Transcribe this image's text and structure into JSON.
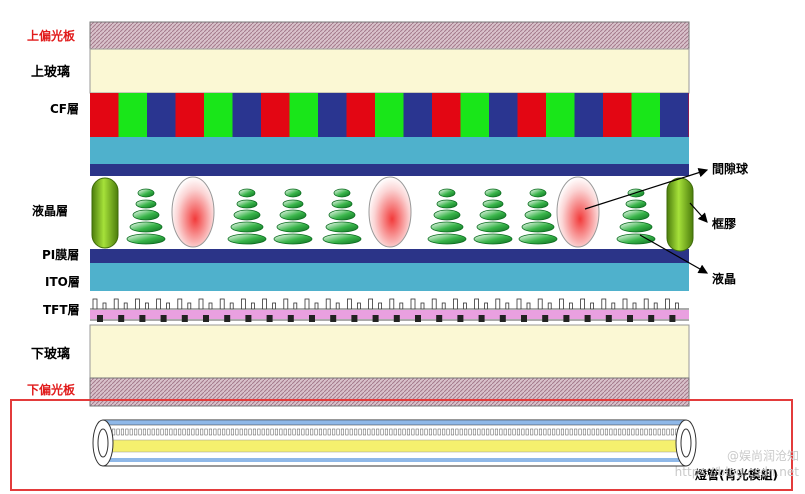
{
  "layers": {
    "top_polarizer": "上偏光板",
    "top_glass": "上玻璃",
    "cf": "CF層",
    "lc": "液晶層",
    "pi": "PI膜層",
    "ito": "ITO層",
    "tft": "TFT層",
    "bottom_glass": "下玻璃",
    "bottom_polarizer": "下偏光板"
  },
  "callouts": {
    "spacer": "間隙球",
    "sealant": "框膠",
    "liquid_crystal": "液晶"
  },
  "backlight": {
    "label": "燈管(背光模組)"
  },
  "watermark": {
    "handle": "@娱尚润沧知",
    "url": "https://blog.csdn.net"
  },
  "colors": {
    "polarizer": "#c9a6b2",
    "glass": "#fbf8d4",
    "cf_red": "#e30613",
    "cf_green": "#19e619",
    "cf_blue": "#2a3590",
    "ito_band": "#4fb1cc",
    "pi_band": "#2b3488",
    "tft_pink": "#e9a0e0",
    "sealant": "#8ac421",
    "highlight_box": "#e33b3b",
    "tube_yellow": "#f5f06e",
    "tube_blue": "#8fb8e8"
  }
}
